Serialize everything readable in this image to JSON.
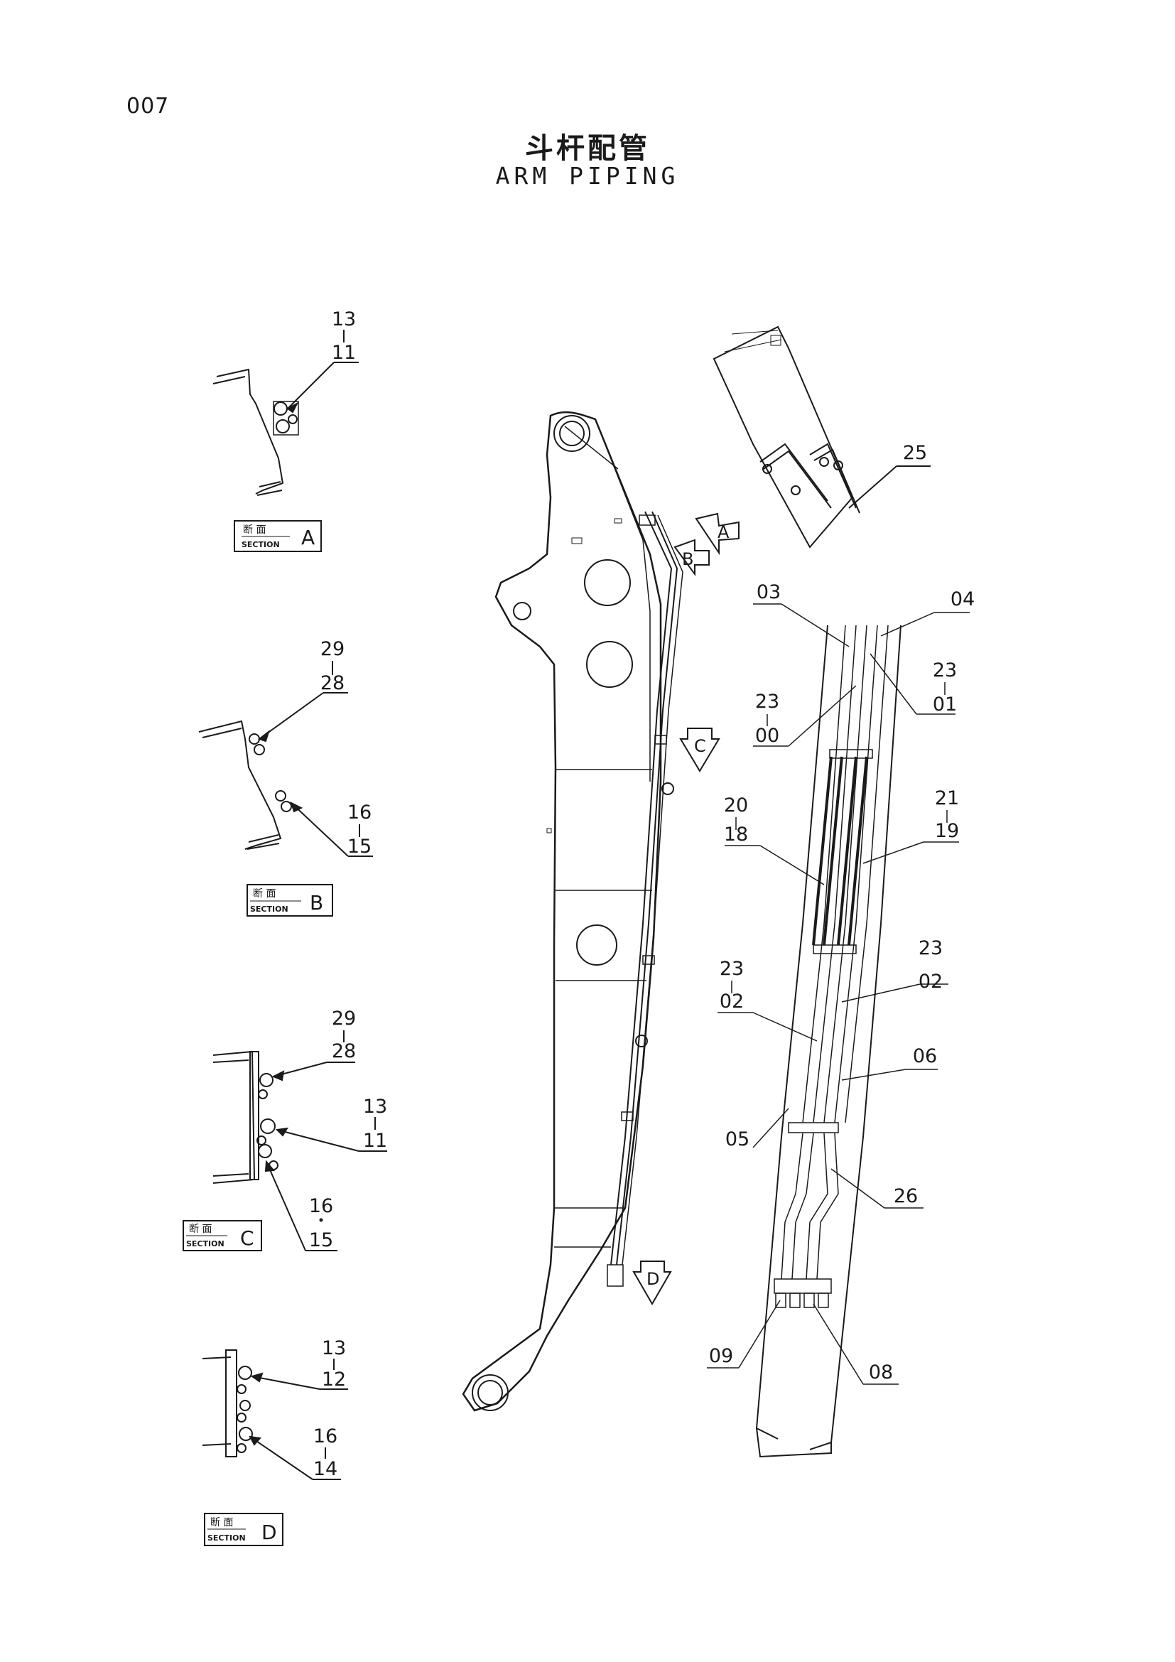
{
  "page_number": "007",
  "title_cn": "斗杆配管",
  "title_en": "ARM PIPING",
  "sections": [
    {
      "id": "A",
      "cn": "断 面",
      "en": "SECTION",
      "letter": "A"
    },
    {
      "id": "B",
      "cn": "断 面",
      "en": "SECTION",
      "letter": "B"
    },
    {
      "id": "C",
      "cn": "断 面",
      "en": "SECTION",
      "letter": "C"
    },
    {
      "id": "D",
      "cn": "断 面",
      "en": "SECTION",
      "letter": "D"
    }
  ],
  "view_arrows": [
    "A",
    "B",
    "C",
    "D"
  ],
  "part_labels": {
    "a_top": "13",
    "a_bot": "11",
    "b1_top": "29",
    "b1_bot": "28",
    "b2_top": "16",
    "b2_bot": "15",
    "c1_top": "29",
    "c1_bot": "28",
    "c2_top": "13",
    "c2_bot": "11",
    "c3_top": "16",
    "c3_bot": "15",
    "d1_top": "13",
    "d1_bot": "12",
    "d2_top": "16",
    "d2_bot": "14",
    "p25": "25",
    "p03": "03",
    "p04": "04",
    "p23a_top": "23",
    "p23a_bot": "01",
    "p23b_top": "23",
    "p23b_bot": "00",
    "p20_top": "20",
    "p20_bot": "18",
    "p21_top": "21",
    "p21_bot": "19",
    "p23c_top": "23",
    "p23c_bot": "02",
    "p23d_top": "23",
    "p23d_bot": "02",
    "p06": "06",
    "p05": "05",
    "p26": "26",
    "p09": "09",
    "p08": "08"
  }
}
